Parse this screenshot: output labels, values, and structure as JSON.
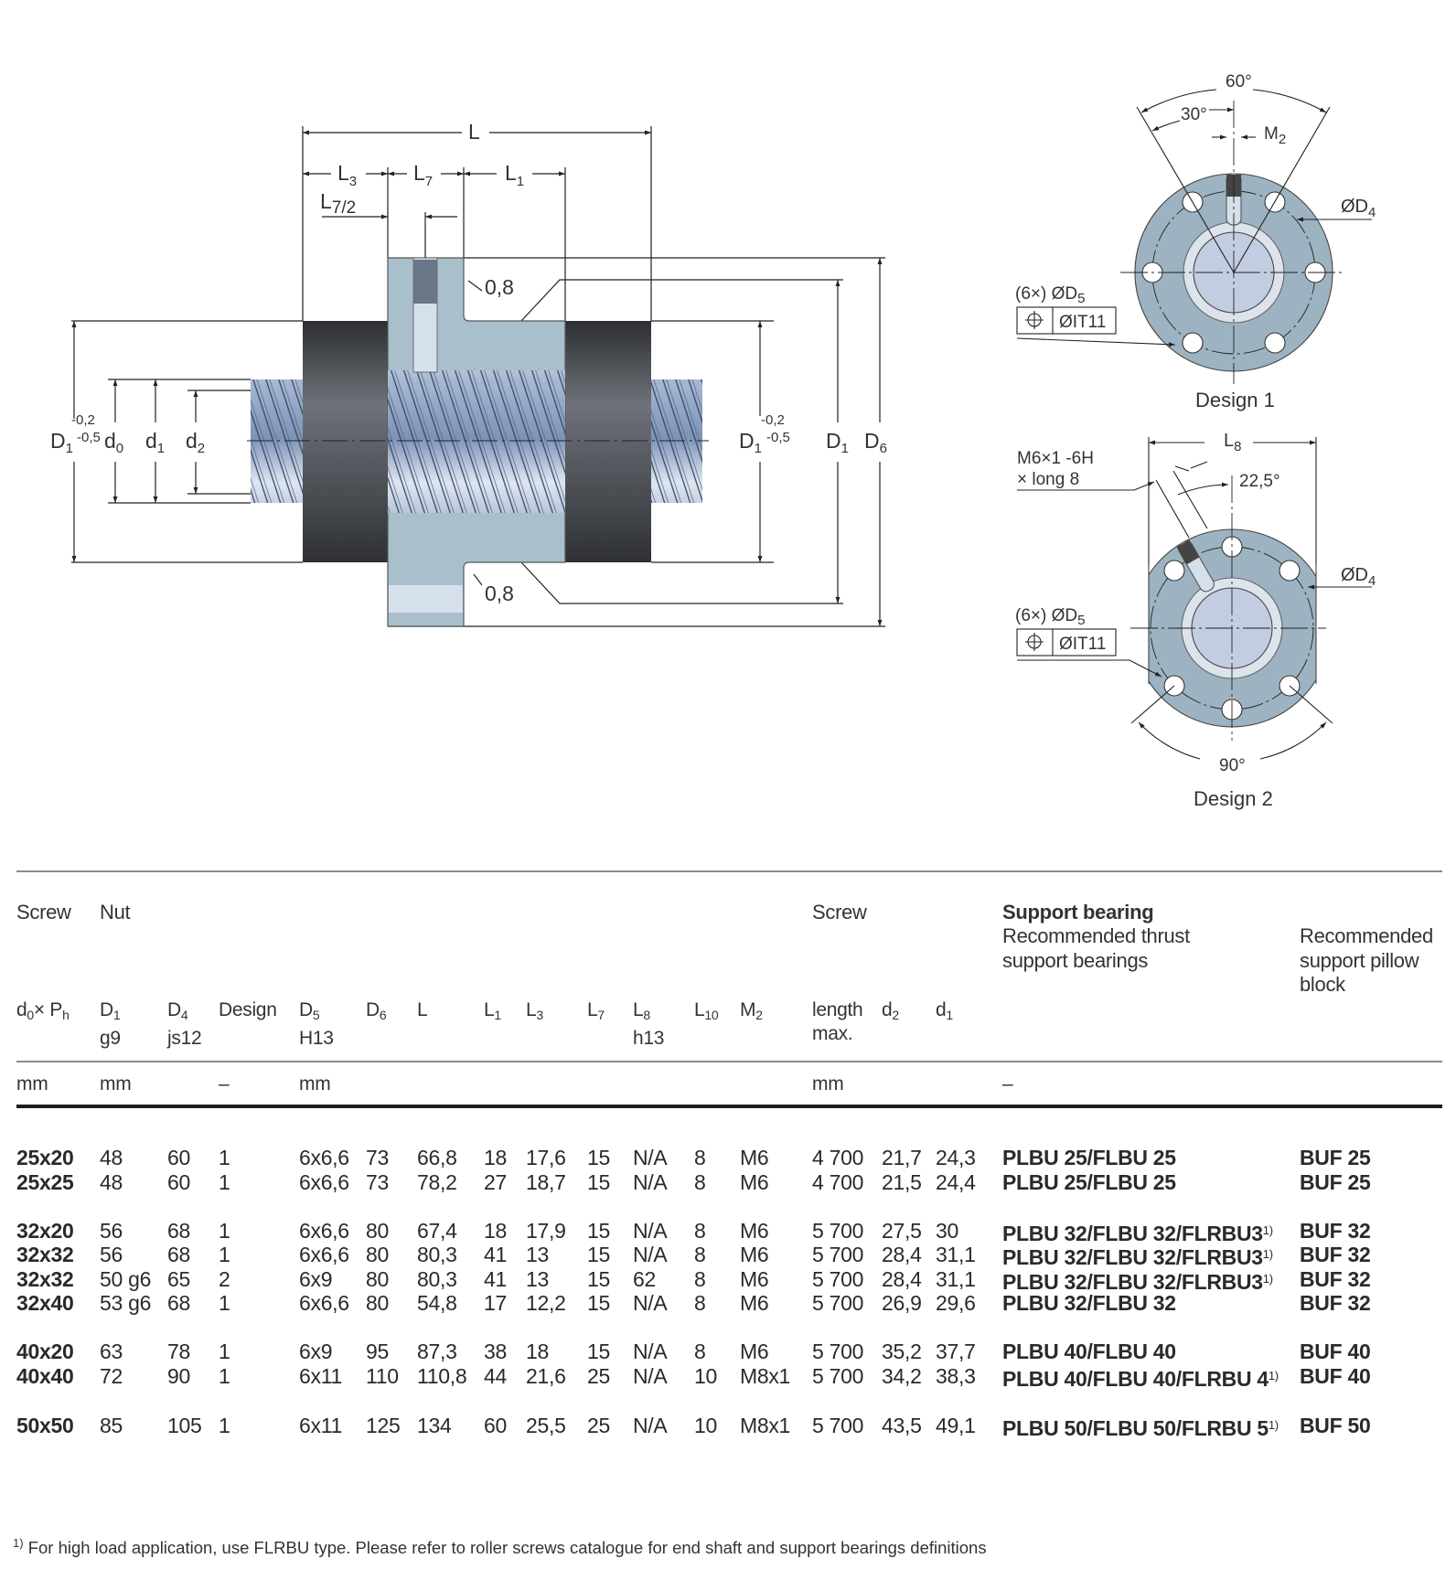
{
  "drawing": {
    "main": {
      "L": "L",
      "L3": "L",
      "L3_sub": "3",
      "L7": "L",
      "L7_sub": "7",
      "L1": "L",
      "L1_sub": "1",
      "L7half": "L",
      "L7half_sub": "7/2",
      "chamfer_top": "0,8",
      "chamfer_bottom": "0,8",
      "D1_left": "D",
      "D1_left_sub": "1",
      "tol_upper": "-0,2",
      "tol_lower": "-0,5",
      "d0": "d",
      "d0_sub": "0",
      "d1": "d",
      "d1_sub": "1",
      "d2": "d",
      "d2_sub": "2",
      "D1_right": "D",
      "D1_right_sub": "1",
      "tol_upper_r": "-0,2",
      "tol_lower_r": "-0,5",
      "D1_outer": "D",
      "D1_outer_sub": "1",
      "D6": "D",
      "D6_sub": "6"
    },
    "design1": {
      "angle60": "60°",
      "angle30": "30°",
      "M2": "M",
      "M2_sub": "2",
      "D4": "ØD",
      "D4_sub": "4",
      "D5_count": "(6×) ØD",
      "D5_sub": "5",
      "tolerance": "ØIT11",
      "title": "Design 1"
    },
    "design2": {
      "L8": "L",
      "L8_sub": "8",
      "thread_line1": "M6×1 -6H",
      "thread_line2": "× long 8",
      "angle22": "22,5°",
      "D4": "ØD",
      "D4_sub": "4",
      "D5_count": "(6×) ØD",
      "D5_sub": "5",
      "tolerance": "ØIT11",
      "angle90": "90°",
      "title": "Design 2"
    }
  },
  "table": {
    "group_headers": {
      "screw": "Screw",
      "nut": "Nut",
      "screw2": "Screw",
      "support_bearing": "Support bearing",
      "thrust_1": "Recommended thrust",
      "thrust_2": "support bearings",
      "pillow_1": "Recommended",
      "pillow_2": "support pillow",
      "pillow_3": "block"
    },
    "columns": [
      {
        "main": "d",
        "sub": "0",
        "rest": "× P",
        "sub2": "h",
        "line2": ""
      },
      {
        "main": "D",
        "sub": "1",
        "rest": "",
        "sub2": "",
        "line2": "g9"
      },
      {
        "main": "D",
        "sub": "4",
        "rest": "",
        "sub2": "",
        "line2": "js12"
      },
      {
        "main": "Design",
        "sub": "",
        "rest": "",
        "sub2": "",
        "line2": ""
      },
      {
        "main": "D",
        "sub": "5",
        "rest": "",
        "sub2": "",
        "line2": "H13"
      },
      {
        "main": "D",
        "sub": "6",
        "rest": "",
        "sub2": "",
        "line2": ""
      },
      {
        "main": "L",
        "sub": "",
        "rest": "",
        "sub2": "",
        "line2": ""
      },
      {
        "main": "L",
        "sub": "1",
        "rest": "",
        "sub2": "",
        "line2": ""
      },
      {
        "main": "L",
        "sub": "3",
        "rest": "",
        "sub2": "",
        "line2": ""
      },
      {
        "main": "L",
        "sub": "7",
        "rest": "",
        "sub2": "",
        "line2": ""
      },
      {
        "main": "L",
        "sub": "8",
        "rest": "",
        "sub2": "",
        "line2": "h13"
      },
      {
        "main": "L",
        "sub": "10",
        "rest": "",
        "sub2": "",
        "line2": ""
      },
      {
        "main": "M",
        "sub": "2",
        "rest": "",
        "sub2": "",
        "line2": ""
      },
      {
        "main": "length",
        "sub": "",
        "rest": "",
        "sub2": "",
        "line2": "max."
      },
      {
        "main": "d",
        "sub": "2",
        "rest": "",
        "sub2": "",
        "line2": ""
      },
      {
        "main": "d",
        "sub": "1",
        "rest": "",
        "sub2": "",
        "line2": ""
      }
    ],
    "units": {
      "screw": "mm",
      "nut": "mm",
      "design": "–",
      "d5": "mm",
      "length": "mm",
      "bearing": "–"
    },
    "rows": [
      {
        "group": 0,
        "cells": [
          "25x20",
          "48",
          "60",
          "1",
          "6x6,6",
          "73",
          "66,8",
          "18",
          "17,6",
          "15",
          "N/A",
          "8",
          "M6",
          "4 700",
          "21,7",
          "24,3"
        ],
        "bearing": "PLBU 25/FLBU 25",
        "note": "",
        "pillow": "BUF 25"
      },
      {
        "group": 0,
        "cells": [
          "25x25",
          "48",
          "60",
          "1",
          "6x6,6",
          "73",
          "78,2",
          "27",
          "18,7",
          "15",
          "N/A",
          "8",
          "M6",
          "4 700",
          "21,5",
          "24,4"
        ],
        "bearing": "PLBU 25/FLBU 25",
        "note": "",
        "pillow": "BUF 25"
      },
      {
        "group": 1,
        "cells": [
          "32x20",
          "56",
          "68",
          "1",
          "6x6,6",
          "80",
          "67,4",
          "18",
          "17,9",
          "15",
          "N/A",
          "8",
          "M6",
          "5 700",
          "27,5",
          "30"
        ],
        "bearing": "PLBU 32/FLBU 32/FLRBU3",
        "note": "1)",
        "pillow": "BUF 32"
      },
      {
        "group": 1,
        "cells": [
          "32x32",
          "56",
          "68",
          "1",
          "6x6,6",
          "80",
          "80,3",
          "41",
          "13",
          "15",
          "N/A",
          "8",
          "M6",
          "5 700",
          "28,4",
          "31,1"
        ],
        "bearing": "PLBU 32/FLBU 32/FLRBU3",
        "note": "1)",
        "pillow": "BUF 32"
      },
      {
        "group": 1,
        "cells": [
          "32x32",
          "50 g6",
          "65",
          "2",
          "6x9",
          "80",
          "80,3",
          "41",
          "13",
          "15",
          "62",
          "8",
          "M6",
          "5 700",
          "28,4",
          "31,1"
        ],
        "bearing": "PLBU 32/FLBU 32/FLRBU3",
        "note": "1)",
        "pillow": "BUF 32"
      },
      {
        "group": 1,
        "cells": [
          "32x40",
          "53 g6",
          "68",
          "1",
          "6x6,6",
          "80",
          "54,8",
          "17",
          "12,2",
          "15",
          "N/A",
          "8",
          "M6",
          "5 700",
          "26,9",
          "29,6"
        ],
        "bearing": "PLBU 32/FLBU 32",
        "note": "",
        "pillow": "BUF 32"
      },
      {
        "group": 2,
        "cells": [
          "40x20",
          "63",
          "78",
          "1",
          "6x9",
          "95",
          "87,3",
          "38",
          "18",
          "15",
          "N/A",
          "8",
          "M6",
          "5 700",
          "35,2",
          "37,7"
        ],
        "bearing": "PLBU 40/FLBU 40",
        "note": "",
        "pillow": "BUF 40"
      },
      {
        "group": 2,
        "cells": [
          "40x40",
          "72",
          "90",
          "1",
          "6x11",
          "110",
          "110,8",
          "44",
          "21,6",
          "25",
          "N/A",
          "10",
          "M8x1",
          "5 700",
          "34,2",
          "38,3"
        ],
        "bearing": "PLBU 40/FLBU 40/FLRBU 4",
        "note": "1)",
        "pillow": "BUF 40"
      },
      {
        "group": 3,
        "cells": [
          "50x50",
          "85",
          "105",
          "1",
          "6x11",
          "125",
          "134",
          "60",
          "25,5",
          "25",
          "N/A",
          "10",
          "M8x1",
          "5 700",
          "43,5",
          "49,1"
        ],
        "bearing": "PLBU 50/FLBU 50/FLRBU 5",
        "note": "1)",
        "pillow": "BUF 50"
      }
    ]
  },
  "footnote": {
    "mark": "1)",
    "text": " For high load application, use FLRBU type. Please refer to roller screws catalogue for end shaft and support bearings definitions"
  },
  "colors": {
    "nut": "#a9bfcc",
    "ring_dark": "#2f3135",
    "screw": "#9fb3cf",
    "flange_view": "#9db3c1",
    "bore": "#c3cde2"
  }
}
